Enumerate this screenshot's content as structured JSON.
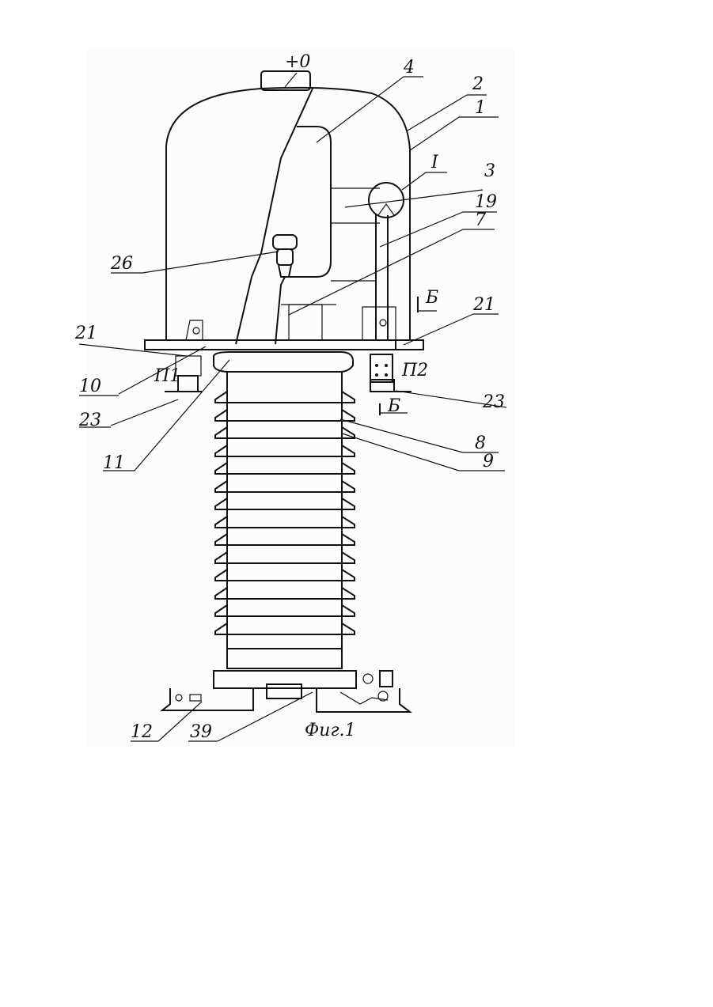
{
  "figure": {
    "caption": "Фиг.1",
    "labels": {
      "top_cap": "+0",
      "l4": "4",
      "l2": "2",
      "l1": "1",
      "lI": "I",
      "l3": "3",
      "l19": "19",
      "l7": "7",
      "l26": "26",
      "l21_left": "21",
      "l21_right": "21",
      "l10": "10",
      "l23_left": "23",
      "l23_right": "23",
      "l11": "11",
      "lP1": "П1",
      "lP2": "П2",
      "lB_top": "Б",
      "lB_bottom": "Б",
      "l8": "8",
      "l9": "9",
      "l12": "12",
      "l39": "39"
    }
  }
}
